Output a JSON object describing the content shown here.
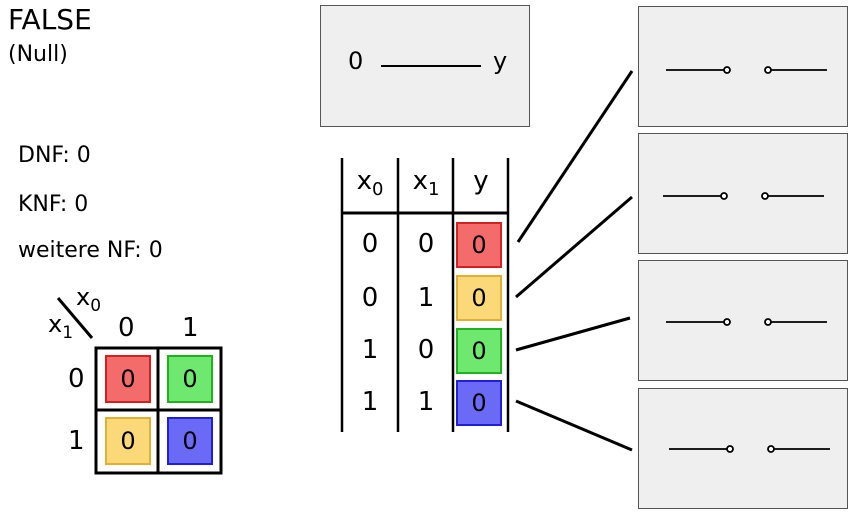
{
  "function": {
    "title": "FALSE",
    "subtitle": "(Null)"
  },
  "normal_forms": [
    {
      "text": "DNF: 0"
    },
    {
      "text": "KNF: 0"
    },
    {
      "text": "weitere NF: 0"
    }
  ],
  "circuit_box": {
    "input": "0",
    "output": "y"
  },
  "truth_table": {
    "headers": [
      "x",
      "x",
      "y"
    ],
    "header_subs": [
      "0",
      "1",
      ""
    ],
    "rows": [
      {
        "x0": "0",
        "x1": "0",
        "y": "0"
      },
      {
        "x0": "0",
        "x1": "1",
        "y": "0"
      },
      {
        "x0": "1",
        "x1": "0",
        "y": "0"
      },
      {
        "x0": "1",
        "x1": "1",
        "y": "0"
      }
    ]
  },
  "kmap": {
    "col_var": "x",
    "col_var_sub": "0",
    "row_var": "x",
    "row_var_sub": "1",
    "col_labels": [
      "0",
      "1"
    ],
    "row_labels": [
      "0",
      "1"
    ],
    "cells": [
      [
        "0",
        "0"
      ],
      [
        "0",
        "0"
      ]
    ]
  },
  "colors": {
    "red": "#f46b6b",
    "red_border": "#d42020",
    "yellow": "#fbd978",
    "yellow_border": "#e0b030",
    "green": "#6ee86e",
    "green_border": "#20b020",
    "blue": "#6a6af6",
    "blue_border": "#1f1fd8",
    "panel_bg": "#efefef"
  },
  "switch_panels": [
    "open",
    "open",
    "open",
    "open"
  ]
}
